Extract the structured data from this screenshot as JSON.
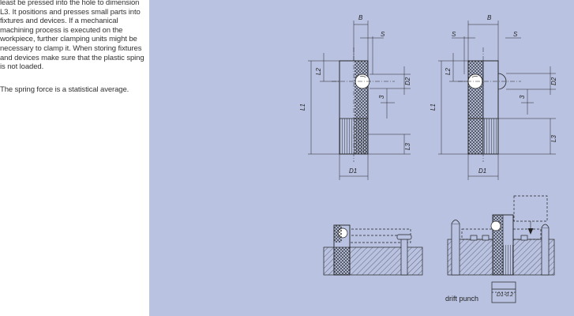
{
  "description_text": {
    "paragraph1": "least be pressed into the hole to dimension L3. It positions and presses small parts into fixtures and devices. If a mechanical machining process is executed on the workpiece, further clamping units might be necessary to clamp it. When storing fixtures and devices make sure that the plastic sping is not loaded.",
    "paragraph2": "The spring force is a statistical average."
  },
  "drawing_labels": {
    "B": "B",
    "S": "S",
    "L1": "L1",
    "L2": "L2",
    "L3": "L3",
    "D1": "D1",
    "D2": "D2",
    "three": "3",
    "drift_punch": "drift punch",
    "drift_punch_dim": "D1-0.2"
  },
  "colors": {
    "panel_background": "#b9c3e1",
    "line": "#222222"
  }
}
